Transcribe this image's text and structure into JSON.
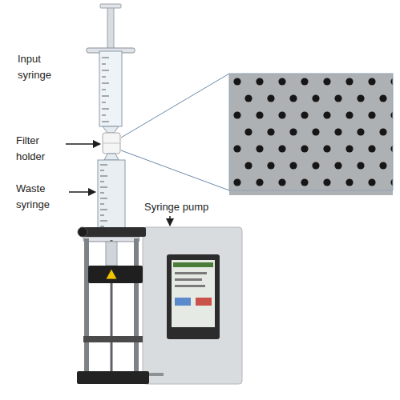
{
  "diagram": {
    "labels": [
      "Input syringe",
      "Filter holder",
      "Waste syringe",
      "Syringe pump"
    ]
  }
}
